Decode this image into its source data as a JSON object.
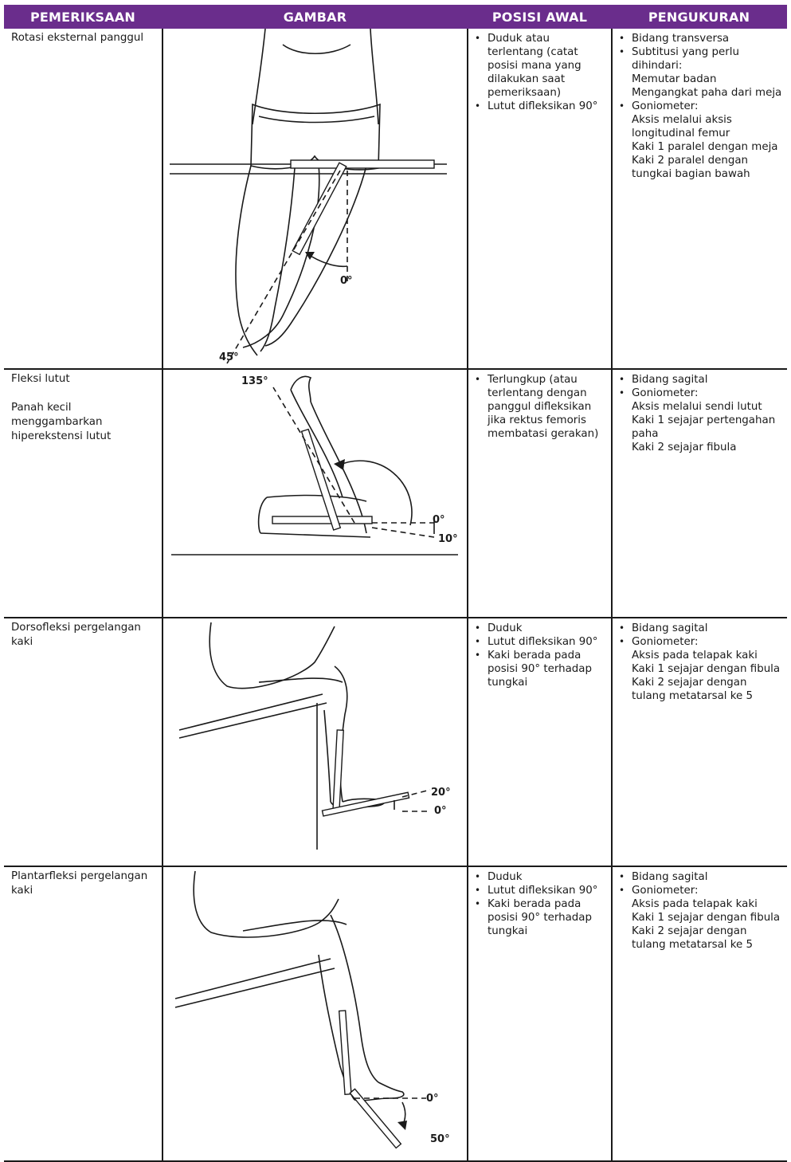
{
  "header": {
    "col1": "PEMERIKSAAN",
    "col2": "GAMBAR",
    "col3": "POSISI AWAL",
    "col4": "PENGUKURAN"
  },
  "colors": {
    "header_bg": "#6a2d8c",
    "header_text": "#ffffff",
    "border": "#1a1a1a"
  },
  "rows": [
    {
      "exam": [
        "Rotasi eksternal panggul"
      ],
      "figure_labels": [
        "0°",
        "45°"
      ],
      "position": [
        {
          "text": "Duduk atau terlentang (catat posisi mana yang dilakukan saat pemeriksaan)",
          "bullet": true
        },
        {
          "text": "Lutut difleksikan 90°",
          "bullet": true
        }
      ],
      "measure": [
        {
          "text": "Bidang transversa",
          "bullet": true
        },
        {
          "text": "Subtitusi yang perlu dihindari:",
          "bullet": true
        },
        {
          "text": "Memutar badan",
          "bullet": false
        },
        {
          "text": "Mengangkat paha dari meja",
          "bullet": false
        },
        {
          "text": "Goniometer:",
          "bullet": true
        },
        {
          "text": "Aksis melalui aksis longitudinal femur",
          "bullet": false
        },
        {
          "text": "Kaki 1 paralel dengan meja",
          "bullet": false
        },
        {
          "text": "Kaki 2 paralel dengan tungkai bagian bawah",
          "bullet": false
        }
      ]
    },
    {
      "exam": [
        "Fleksi lutut",
        "Panah kecil menggambarkan hiperekstensi lutut"
      ],
      "figure_labels": [
        "135°",
        "0°",
        "10°"
      ],
      "position": [
        {
          "text": "Terlungkup (atau terlentang dengan panggul difleksikan jika rektus femoris membatasi gerakan)",
          "bullet": true
        }
      ],
      "measure": [
        {
          "text": "Bidang sagital",
          "bullet": true
        },
        {
          "text": "Goniometer:",
          "bullet": true
        },
        {
          "text": "Aksis melalui sendi lutut",
          "bullet": false
        },
        {
          "text": "Kaki 1 sejajar pertengahan paha",
          "bullet": false
        },
        {
          "text": "Kaki 2 sejajar fibula",
          "bullet": false
        }
      ]
    },
    {
      "exam": [
        "Dorsofleksi pergelangan kaki"
      ],
      "figure_labels": [
        "20°",
        "0°"
      ],
      "position": [
        {
          "text": "Duduk",
          "bullet": true
        },
        {
          "text": "Lutut difleksikan 90°",
          "bullet": true
        },
        {
          "text": "Kaki berada pada posisi 90° terhadap tungkai",
          "bullet": true
        }
      ],
      "measure": [
        {
          "text": "Bidang sagital",
          "bullet": true
        },
        {
          "text": "Goniometer:",
          "bullet": true
        },
        {
          "text": "Aksis pada telapak kaki",
          "bullet": false
        },
        {
          "text": "Kaki 1 sejajar dengan fibula",
          "bullet": false
        },
        {
          "text": "Kaki 2 sejajar dengan tulang metatarsal ke 5",
          "bullet": false
        }
      ]
    },
    {
      "exam": [
        "Plantarfleksi pergelangan kaki"
      ],
      "figure_labels": [
        "0°",
        "50°"
      ],
      "position": [
        {
          "text": "Duduk",
          "bullet": true
        },
        {
          "text": "Lutut difleksikan 90°",
          "bullet": true
        },
        {
          "text": "Kaki berada pada posisi 90° terhadap tungkai",
          "bullet": true
        }
      ],
      "measure": [
        {
          "text": "Bidang sagital",
          "bullet": true
        },
        {
          "text": "Goniometer:",
          "bullet": true
        },
        {
          "text": "Aksis pada telapak kaki",
          "bullet": false
        },
        {
          "text": "Kaki 1 sejajar dengan fibula",
          "bullet": false
        },
        {
          "text": "Kaki 2 sejajar dengan tulang metatarsal ke 5",
          "bullet": false
        }
      ]
    }
  ]
}
